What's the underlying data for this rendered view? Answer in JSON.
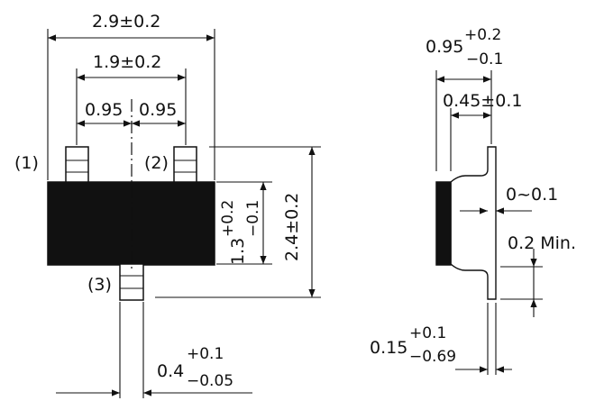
{
  "front_view": {
    "overall_width": "2.9±0.2",
    "pin_span": "1.9±0.2",
    "pitch_left": "0.95",
    "pitch_right": "0.95",
    "pin1_label": "(1)",
    "pin2_label": "(2)",
    "pin3_label": "(3)",
    "body_height_main": "1.3",
    "body_height_upper_tol": "+0.2",
    "body_height_lower_tol": "−0.1",
    "overall_height": "2.4±0.2",
    "lead_width_main": "0.4",
    "lead_width_upper_tol": "+0.1",
    "lead_width_lower_tol": "−0.05"
  },
  "side_view": {
    "thickness_main": "0.95",
    "thickness_upper_tol": "+0.2",
    "thickness_lower_tol": "−0.1",
    "lead_span": "0.45±0.1",
    "standoff": "0~0.1",
    "lead_length": "0.2 Min.",
    "lead_thickness_main": "0.15",
    "lead_thickness_upper_tol": "+0.1",
    "lead_thickness_lower_tol": "−0.69"
  },
  "colors": {
    "ink": "#111111",
    "paper": "#ffffff"
  }
}
